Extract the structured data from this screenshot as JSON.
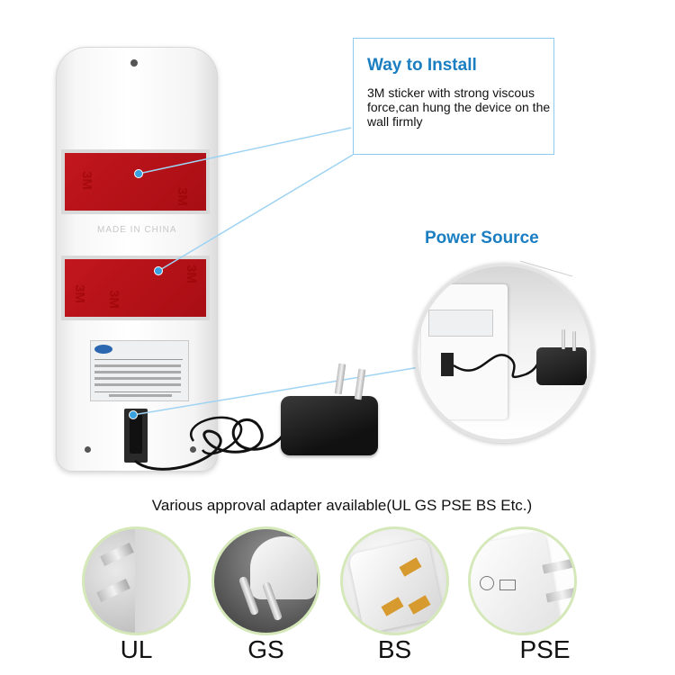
{
  "callout_install": {
    "title": "Way to Install",
    "description": "3M sticker with strong viscous force,can hung the device on the wall firmly"
  },
  "callout_power": {
    "title": "Power Source"
  },
  "device": {
    "sticker_brand": "3M",
    "made_in": "MADE IN CHINA"
  },
  "approvals": {
    "headline": "Various approval adapter available(UL GS PSE BS Etc.)",
    "items": [
      {
        "label": "UL"
      },
      {
        "label": "GS"
      },
      {
        "label": "BS"
      },
      {
        "label": "PSE"
      }
    ]
  },
  "colors": {
    "accent_blue": "#1a7ec1",
    "callout_border": "#8ecbef",
    "sticker_red": "#c2161d",
    "circle_border": "#d5e8b9"
  }
}
